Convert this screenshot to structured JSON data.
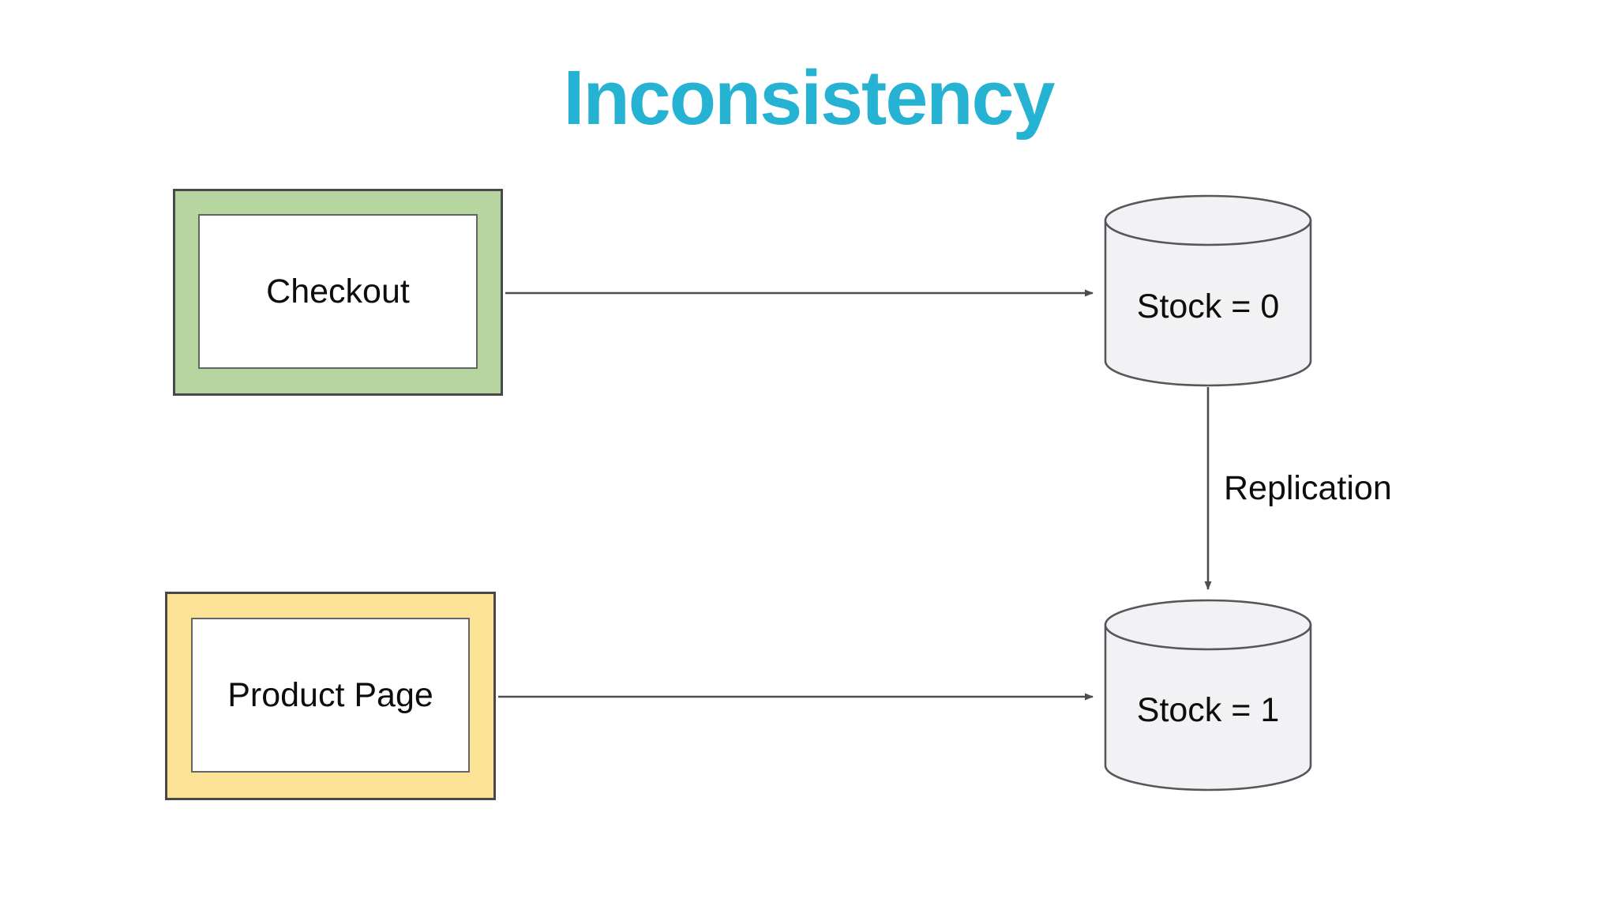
{
  "title": {
    "text": "Inconsistency",
    "color": "#26b2d3"
  },
  "nodes": {
    "checkout": {
      "label": "Checkout",
      "frame_color": "#b7d5a1"
    },
    "product_page": {
      "label": "Product Page",
      "frame_color": "#fce294"
    },
    "stock_primary": {
      "label": "Stock = 0",
      "shape": "database-cylinder",
      "fill_color": "#f2f1f3"
    },
    "stock_replica": {
      "label": "Stock = 1",
      "shape": "database-cylinder",
      "fill_color": "#f2f1f3"
    }
  },
  "edges": {
    "checkout_to_stock_primary": {
      "from": "checkout",
      "to": "stock_primary",
      "label": ""
    },
    "product_page_to_stock_replica": {
      "from": "product_page",
      "to": "stock_replica",
      "label": ""
    },
    "stock_primary_to_stock_replica": {
      "from": "stock_primary",
      "to": "stock_replica",
      "label": "Replication"
    }
  },
  "colors": {
    "background": "#ffffff",
    "line": "#4d4d4d",
    "node_border": "#484848",
    "cylinder_stroke": "#57565c",
    "text": "#0d0d0d"
  }
}
